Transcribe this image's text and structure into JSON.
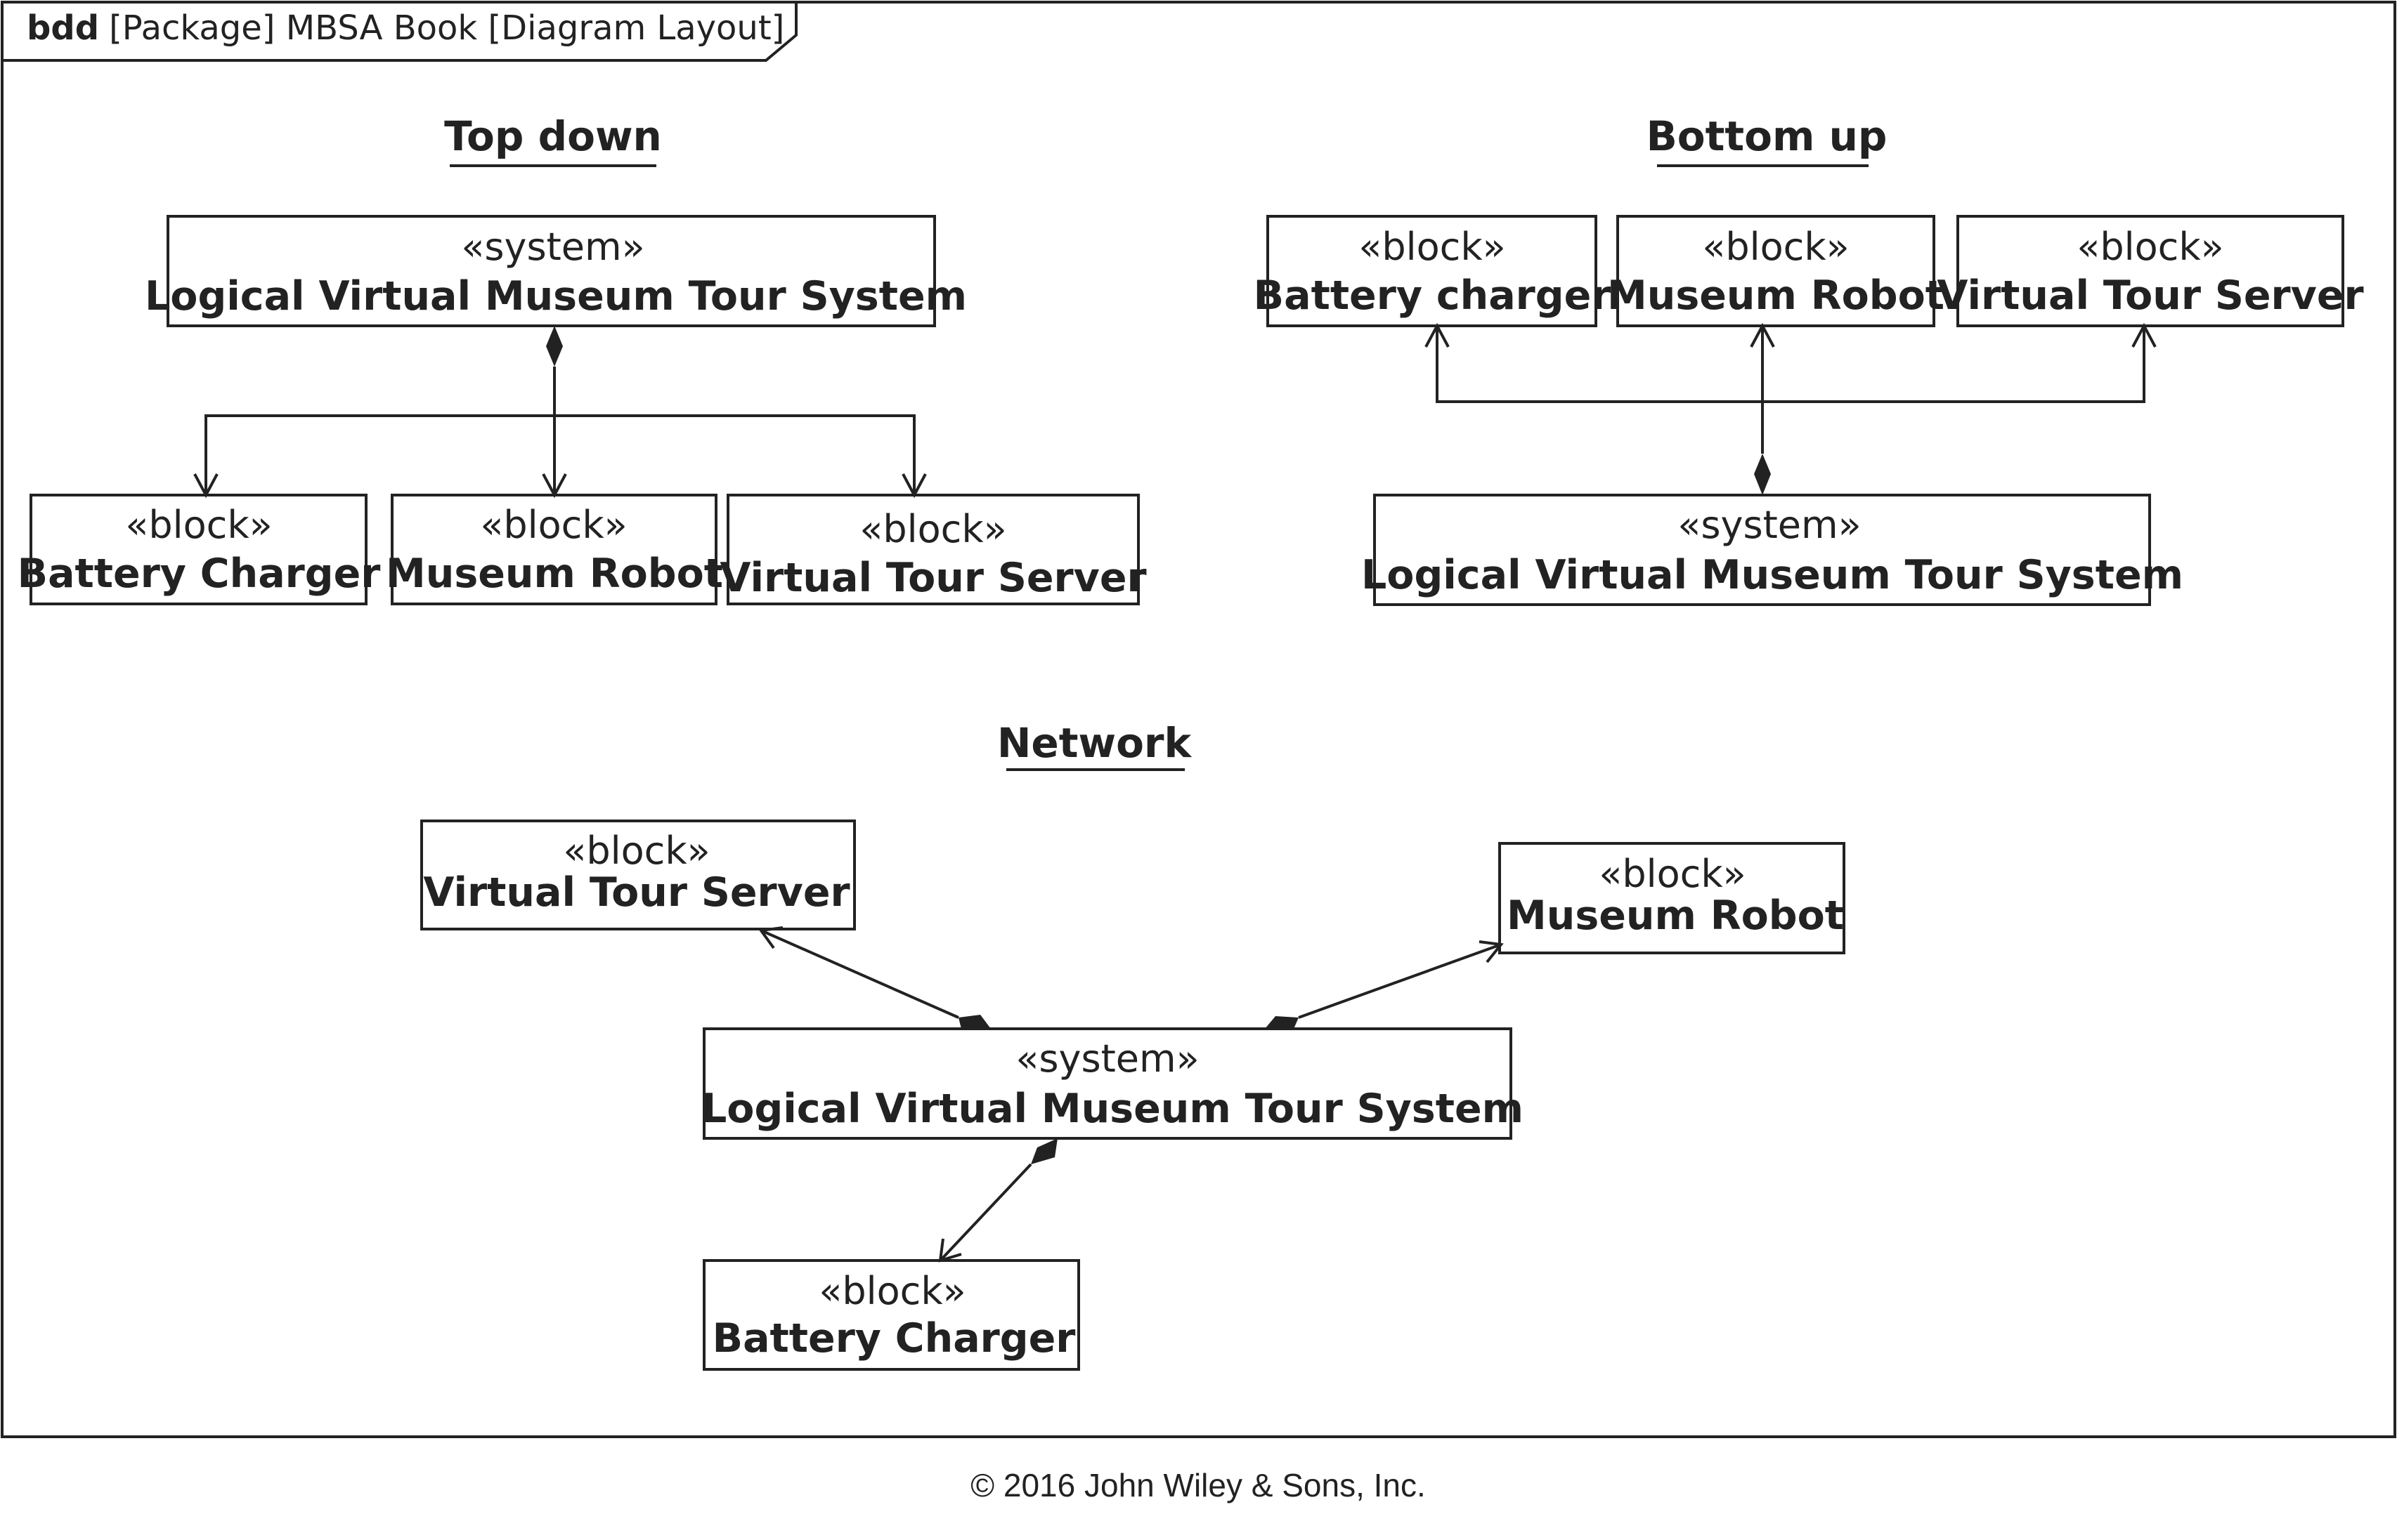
{
  "frame": {
    "keyword": "bdd",
    "rest": "[Package] MBSA Book [Diagram Layout]"
  },
  "sections": {
    "top_down": "Top down",
    "bottom_up": "Bottom up",
    "network": "Network"
  },
  "stereotypes": {
    "system": "«system»",
    "block": "«block»"
  },
  "top_down": {
    "system": "Logical Virtual Museum Tour System",
    "blocks": [
      "Battery Charger",
      "Museum Robot",
      "Virtual Tour Server"
    ]
  },
  "bottom_up": {
    "system": "Logical Virtual Museum Tour System",
    "blocks": [
      "Battery charger",
      "Museum Robot",
      "Virtual Tour Server"
    ]
  },
  "network": {
    "system": "Logical Virtual Museum Tour System",
    "blocks": [
      "Virtual Tour Server",
      "Museum Robot",
      "Battery Charger"
    ]
  },
  "copyright": "© 2016 John Wiley & Sons, Inc."
}
